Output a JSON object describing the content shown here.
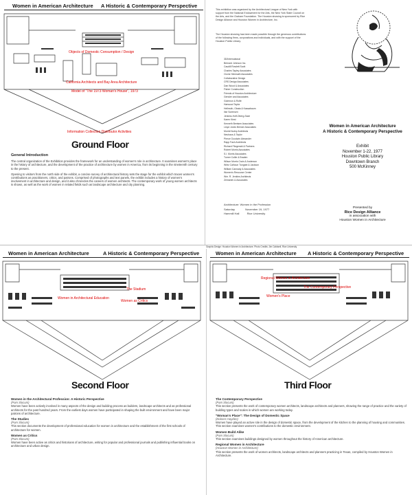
{
  "header": {
    "title": "Women in American Architecture",
    "subtitle": "A Historic & Contemporary Perspective"
  },
  "ground_floor": {
    "title": "Ground Floor",
    "labels": {
      "l1": "Objects of Domestic Consumption / Design",
      "l2": "California Architects and Bay Area Architecture",
      "l3": "Model of \"The 1973 Woman's House\", 1973",
      "l4": "Information Collection Distributor Activities"
    },
    "general_heading": "General Introduction",
    "para1": "The central organization of the Exhibition provides the framework for an understanding of women's role in architecture. It examines women's place in the history of architecture, and the development of the practice of architecture by women in America, from its beginning in the nineteenth century to the present.",
    "para2": "Opening to visitors from the north side of the exhibit, a concise survey of architectural history sets the stage for the exhibit which traces women's contributions as practitioners, critics, and patrons. Comprised of photographs and text panels, the exhibit includes a history of women's involvement in architecture and design, and it also chronicles the careers of women architects. The contemporary work of young women architects is shown, as well as the work of women in related fields such as landscape architecture and city planning."
  },
  "credits": {
    "intro": "This exhibition was organized by the Architectural League of New York with support from the National Endowment for the Arts, the New York State Council on the Arts, and the Graham Foundation. The Houston showing is sponsored by Rice Design Alliance and Houston Women in Architecture, Inc.",
    "para2": "The Houston showing has been made possible through the generous contributions of the following firms, corporations and individuals, and with the support of the Houston Public Library.",
    "names": [
      "3D/International",
      "Bernard Johnson Inc.",
      "Caudill Rowlett Scott",
      "Charles Tapley Associates",
      "Clovis Heimsath Associates",
      "Collaborative Design",
      "CRS Design Associates",
      "Dan Wood & Associates",
      "Fisher Construction",
      "Friends of Houston Architecture",
      "Gensler and Associates",
      "Golemon & Rolfe",
      "Harwood Taylor",
      "Hellmuth, Obata & Kassabaum",
      "Ilse Sorensen",
      "Jenkins-Hoff-Oberg-Saxe",
      "Karen Kiest",
      "Kenneth Bentsen Associates",
      "Lloyd Jones Brewer Associates",
      "Morris*Aubry Architects",
      "Neuhaus & Taylor",
      "Pierce Goodwin Alexander",
      "Rapp Fash Architects",
      "Richard Fitzgerald & Partners",
      "Robert Morris Associates",
      "S.I. Morris Associates",
      "Turner Collie & Braden",
      "Wilson Morris Crain & Anderson",
      "Wirtz Calhoun Tungate & Jackson",
      "William Cannady & Associates",
      "Women's Resource Center",
      "Wm. R. Jenkins Architects",
      "Zemanek & Associates"
    ],
    "lecture_note": "Architecture: Women in the Profession",
    "dates": [
      [
        "Saturday",
        "November 19, 1977"
      ],
      [
        "Hammill Hall",
        "Rice University"
      ]
    ],
    "footer": "Rice Design Alliance"
  },
  "exhibit": {
    "title_line1": "Women in American Architecture",
    "title_line2": "A Historic & Contemporary Perspective",
    "heading": "Exhibit",
    "dates": "November 1-22, 1977",
    "library": "Houston Public Library",
    "branch": "Downtown Branch",
    "address": "500 McKinney",
    "presented_by": "Presented by",
    "org1": "Rice Design Alliance",
    "in_assoc": "in association with",
    "org2": "Houston Women in Architecture"
  },
  "second_floor": {
    "title": "Second Floor",
    "labels": {
      "l1": "The Stadium",
      "l2": "Women in Architectural Education",
      "l3": "Women as Critics"
    },
    "sections": [
      {
        "title": "Women in the Architectural Profession: A Historic Perspective",
        "by": "(Pam Slocum)",
        "text": "Women have been actively involved in many aspects of the design and building process as builders, landscape architects and as professional architects for the past hundred years. From the earliest days women have participated in shaping the built environment and have been major patrons of architecture."
      },
      {
        "title": "The Studies",
        "by": "(Pam Slocum)",
        "text": "This section documents the development of professional education for women in architecture and the establishment of the first schools of architecture for women."
      },
      {
        "title": "Women as Critics",
        "by": "(Pam Slocum)",
        "text": "Women have been active as critics and historians of architecture, writing for popular and professional journals and publishing influential books on architecture and urban design."
      }
    ]
  },
  "third_floor": {
    "title": "Third Floor",
    "labels": {
      "l1": "Regional Women in Architecture",
      "l2": "The Contemporary Perspective",
      "l3": "Women's Place"
    },
    "sections": [
      {
        "title": "The Contemporary Perspective",
        "by": "(Pam Slocum)",
        "text": "This section presents the work of contemporary women architects, landscape architects and planners, showing the range of practice and the variety of building types and scales in which women are working today."
      },
      {
        "title": "\"Woman's Place\": The Design of Domestic Space",
        "by": "(Dolores Hayden)",
        "text": "Women have played an active role in the design of domestic space, from the development of the kitchen to the planning of housing and communities. This section examines women's contributions to the domestic environment."
      },
      {
        "title": "Women Build Alike",
        "by": "(Pam Slocum)",
        "text": "This section examines buildings designed by women throughout the history of American architecture."
      },
      {
        "title": "Regional Women in Architecture",
        "by": "(Houston Women in Architecture)",
        "text": "This section presents the work of women architects, landscape architects and planners practicing in Texas, compiled by Houston Women in Architecture."
      }
    ]
  },
  "print_line": "Graphic Design: Houston Women in Architecture. Photo Credits: Jim Caldwell, Rice University"
}
